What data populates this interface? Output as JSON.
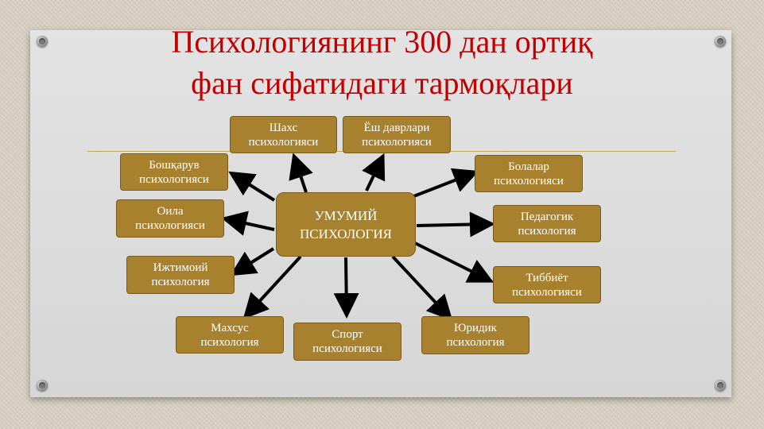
{
  "slide": {
    "title_line1": "Психологиянинг 300 дан ортиқ",
    "title_line2": "фан сифатидаги тармоқлари"
  },
  "center": {
    "line1": "УМУМИЙ",
    "line2": "ПСИХОЛОГИЯ"
  },
  "branches": {
    "shakhs": {
      "line1": "Шахс",
      "line2": "психологияси"
    },
    "yosh": {
      "line1": "Ёш даврлари",
      "line2": "психологияси"
    },
    "boshqaruv": {
      "line1": "Бошқарув",
      "line2": "психологияси"
    },
    "bolalar": {
      "line1": "Болалар",
      "line2": "психологияси"
    },
    "oila": {
      "line1": "Оила",
      "line2": "психологияси"
    },
    "pedagogik": {
      "line1": "Педагогик",
      "line2": "психология"
    },
    "ijtimoiy": {
      "line1": "Ижтимоий",
      "line2": "психология"
    },
    "tibbiyot": {
      "line1": "Тиббиёт",
      "line2": "психологияси"
    },
    "makhsus": {
      "line1": "Махсус",
      "line2": "психология"
    },
    "sport": {
      "line1": "Спорт",
      "line2": "психологияси"
    },
    "yuridik": {
      "line1": "Юридик",
      "line2": "психология"
    }
  },
  "colors": {
    "title": "#c00000",
    "box_fill": "#a8812f",
    "box_text": "#ffffff",
    "arrow": "#000000"
  }
}
